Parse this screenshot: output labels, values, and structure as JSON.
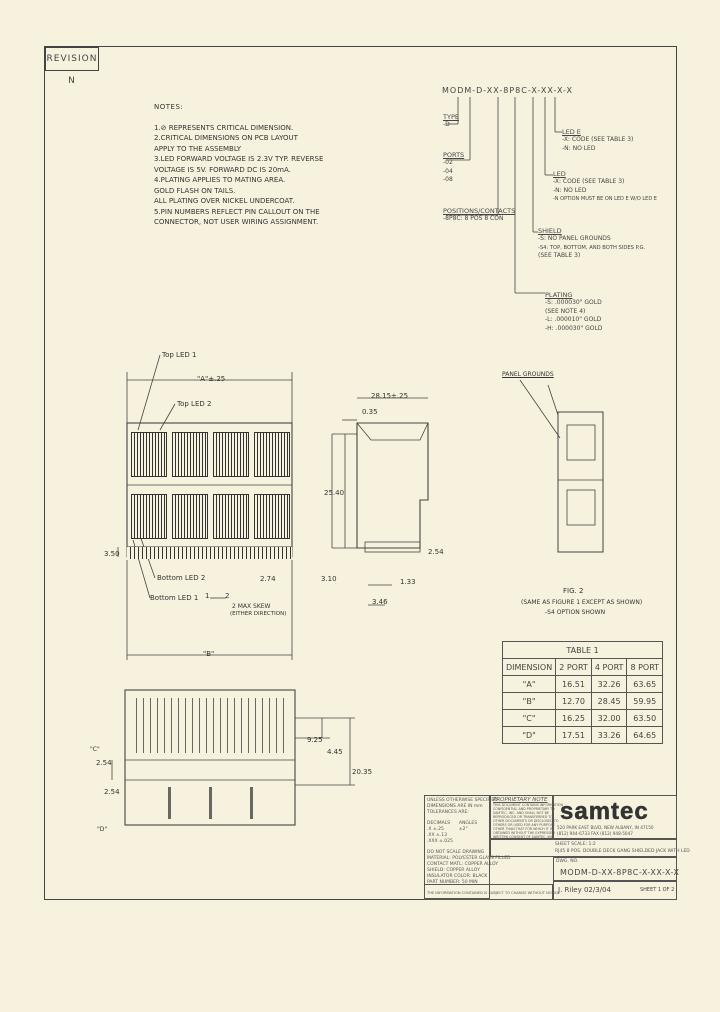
{
  "revision": "REVISION N",
  "notes": {
    "title": "NOTES:",
    "lines": [
      "1.⊘ REPRESENTS CRITICAL DIMENSION.",
      "2.CRITICAL DIMENSIONS ON PCB LAYOUT",
      "   APPLY TO THE ASSEMBLY",
      "3.LED FORWARD VOLTAGE IS 2.3V TYP. REVERSE",
      "   VOLTAGE IS 5V. FORWARD DC IS 20mA.",
      "4.PLATING APPLIES TO MATING AREA.",
      "   GOLD FLASH ON TAILS.",
      "   ALL PLATING OVER NICKEL UNDERCOAT.",
      "5.PIN NUMBERS REFLECT PIN CALLOUT ON THE",
      "   CONNECTOR, NOT USER WIRING ASSIGNMENT."
    ]
  },
  "part_number": {
    "code": "MODM-D-XX-8P8C-X-XX-X-X",
    "type": {
      "title": "TYPE",
      "items": [
        "-D"
      ]
    },
    "ports": {
      "title": "PORTS",
      "items": [
        "-02",
        "-04",
        "-08"
      ]
    },
    "positions": {
      "title": "POSITIONS/CONTACTS",
      "items": [
        "-8P8C: 8 POS 8 CON"
      ]
    },
    "led_e": {
      "title": "LED E",
      "items": [
        "-X: CODE (SEE TABLE 3)",
        "-N: NO LED"
      ]
    },
    "led": {
      "title": "LED",
      "items": [
        "-X: CODE (SEE TABLE 3)",
        "-N: NO LED",
        "-N OPTION MUST BE ON LED E W/O LED E"
      ]
    },
    "shield": {
      "title": "SHIELD",
      "items": [
        "-S: NO PANEL GROUNDS",
        "-S4: TOP, BOTTOM, AND BOTH SIDES P.G.",
        "(SEE TABLE 3)"
      ]
    },
    "plating": {
      "title": "PLATING",
      "items": [
        "-S: .000030\" GOLD",
        "(SEE NOTE 4)",
        "-L: .000010\" GOLD",
        "-H: .000030\" GOLD"
      ]
    }
  },
  "front_view": {
    "top_led1": "Top LED 1",
    "top_led2": "Top LED 2",
    "bottom_led2": "Bottom LED 2",
    "bottom_led1": "Bottom LED 1",
    "dim_a": "\"A\"±.25",
    "dim_b": "\"B\"",
    "dim_350": "3.50",
    "dim_274": "2.74",
    "dim_1": "1",
    "dim_2": "2",
    "skew": "2 MAX SKEW",
    "skew_dir": "(EITHER DIRECTION)"
  },
  "side_view": {
    "dim_2815": "28.15±.25",
    "dim_035": "0.35",
    "dim_2540": "25.40",
    "dim_310": "3.10",
    "dim_133": "1.33",
    "dim_346": "3.46",
    "dim_254": "2.54"
  },
  "fig2": {
    "panel_grounds": "PANEL GROUNDS",
    "caption": "FIG. 2",
    "line1": "(SAME AS FIGURE 1 EXCEPT AS SHOWN)",
    "line2": "-S4 OPTION SHOWN"
  },
  "table1": {
    "title": "TABLE 1",
    "headers": [
      "DIMENSION",
      "2 PORT",
      "4 PORT",
      "8 PORT"
    ],
    "rows": [
      [
        "\"A\"",
        "16.51",
        "32.26",
        "63.65"
      ],
      [
        "\"B\"",
        "12.70",
        "28.45",
        "59.95"
      ],
      [
        "\"C\"",
        "16.25",
        "32.00",
        "63.50"
      ],
      [
        "\"D\"",
        "17.51",
        "33.26",
        "64.65"
      ]
    ]
  },
  "pcb_view": {
    "dim_925": "9.25",
    "dim_445": "4.45",
    "dim_2035": "20.35",
    "dim_254a": "2.54",
    "dim_254b": "2.54",
    "dim_c": "\"C\"",
    "dim_d": "\"D\""
  },
  "title_block": {
    "tolerance": [
      "UNLESS OTHERWISE SPECIFIED",
      "DIMENSIONS ARE IN mm",
      "TOLERANCES ARE:"
    ],
    "decimals": [
      "DECIMALS",
      ".X ±.25",
      ".XX ±.13",
      ".XXX ±.025"
    ],
    "angles": [
      "ANGLES",
      "±2°"
    ],
    "proprietary_title": "PROPRIETARY NOTE",
    "proprietary_text": [
      "THIS DOCUMENT CONTAINS INFORMATION",
      "CONFIDENTIAL AND PROPRIETARY TO",
      "SAMTEC, INC. AND SHALL NOT BE",
      "REPRODUCED OR TRANSFERRED TO",
      "OTHER DOCUMENTS OR DISCLOSED TO",
      "OTHERS OR USED FOR ANY PURPOSE",
      "OTHER THAN THAT FOR WHICH IT IS",
      "OBTAINED WITHOUT THE EXPRESSED",
      "WRITTEN CONSENT OF SAMTEC, INC."
    ],
    "material": [
      "DO NOT SCALE DRAWING",
      "MATERIAL: POLYESTER GLASS FILLED",
      "CONTACT MATL: COPPER ALLOY",
      "SHIELD: COPPER ALLOY"
    ],
    "finish": [
      "INSULATOR COLOR: BLACK",
      "PART NUMBER: 50 MIN"
    ],
    "footer_note": "THE INFORMATION CONTAINED IS SUBJECT TO CHANGE WITHOUT NOTICE",
    "sheet_scale": "SHEET SCALE: 1:2",
    "logo": "samtec",
    "address": "520 PARK EAST BLVD, NEW ALBANY, IN 47150",
    "phone": "(812) 944-6733  FAX (812) 948-5047",
    "part_title": "RJ45 8 POS. DOUBLE DECK GANG SHIELDED JACK WITH LED",
    "pn_label": "DWG. NO.",
    "part_number": "MODM-D-XX-8P8C-X-XX-X-X",
    "drawn_by": "J. Riley 02/3/04",
    "sheet": "SHEET 1 OF 2"
  }
}
